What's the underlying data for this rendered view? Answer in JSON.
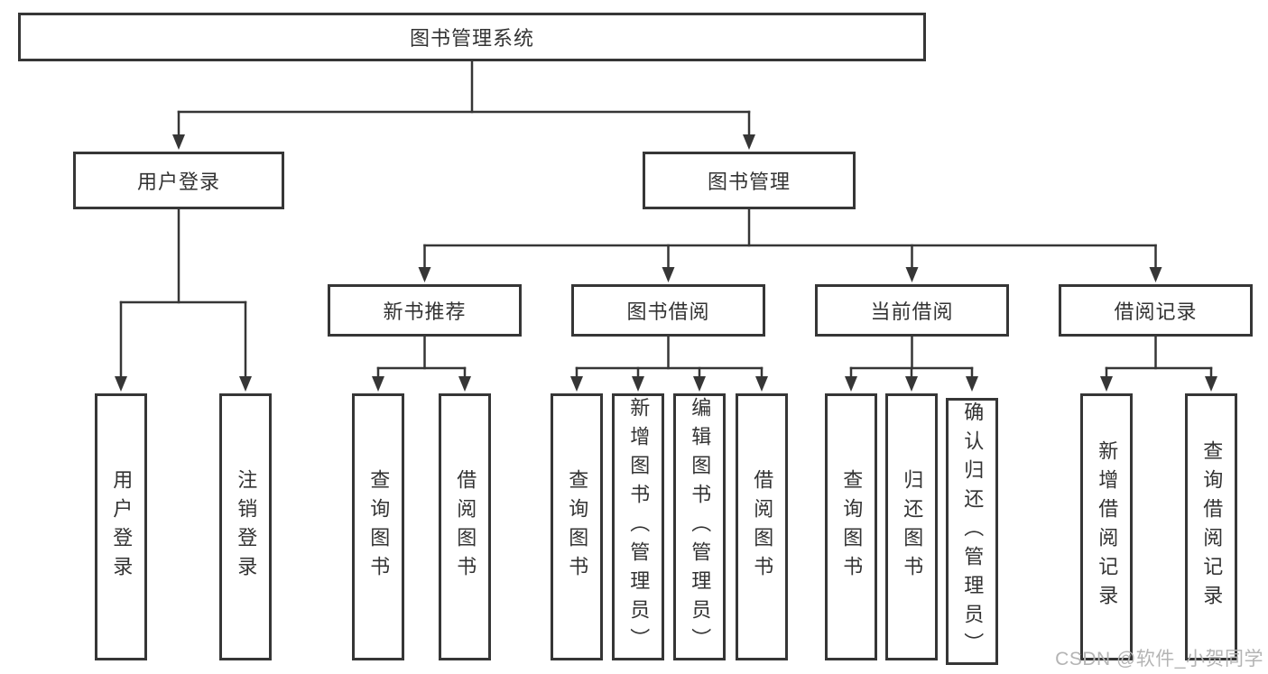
{
  "diagram": {
    "root": "图书管理系统",
    "branches": [
      {
        "label": "用户登录",
        "children": [
          "用户登录",
          "注销登录"
        ]
      },
      {
        "label": "图书管理",
        "sections": [
          {
            "label": "新书推荐",
            "children": [
              "查询图书",
              "借阅图书"
            ]
          },
          {
            "label": "图书借阅",
            "children": [
              "查询图书",
              "新增图书（管理员）",
              "编辑图书（管理员）",
              "借阅图书"
            ]
          },
          {
            "label": "当前借阅",
            "children": [
              "查询图书",
              "归还图书",
              "确认归还（管理员）"
            ]
          },
          {
            "label": "借阅记录",
            "children": [
              "新增借阅记录",
              "查询借阅记录"
            ]
          }
        ]
      }
    ],
    "watermark": "CSDN @软件_小贺同学",
    "colors": {
      "line": "#363636",
      "box_border": "#363636",
      "text": "#333333",
      "background": "#ffffff",
      "watermark": "#b4b4b4"
    }
  }
}
